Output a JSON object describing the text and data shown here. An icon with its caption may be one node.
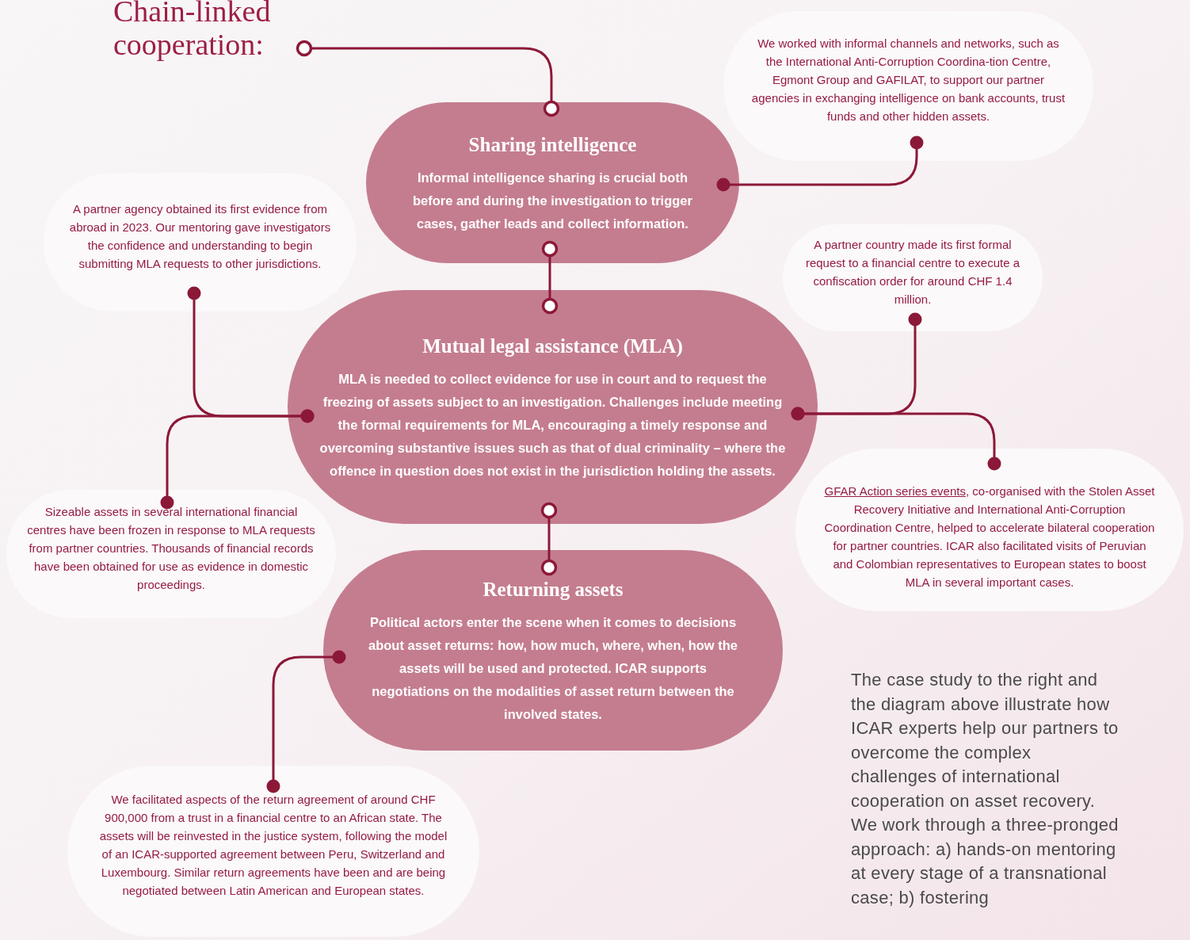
{
  "diagram": {
    "nodes": [
      {
        "text": [
          "Chain-linked cooperation:"
        ]
      },
      {
        "text": [
          "Sharing intelligence",
          "Informal intelligence sharing is crucial both before and during the investigation to trigger cases, gather leads and collect information."
        ]
      },
      {
        "text": [
          "We worked with informal channels and networks, such as the International Anti-Corruption Coordina-tion Centre, Egmont Group and GAFILAT, to support our partner agencies in exchanging intelligence on bank accounts, trust funds and other hidden assets."
        ]
      },
      {
        "text": [
          "Mutual legal assistance (MLA)",
          "MLA is needed to collect evidence for use in court and to request the freezing of assets subject to an investigation. Challenges include meeting the formal requirements for MLA, encouraging a timely response and overcoming substantive issues such as that of dual criminality – where the offence in question does not exist in the jurisdiction holding the assets."
        ]
      },
      {
        "text": [
          "A partner agency obtained its first evidence from abroad in 2023. Our mentoring gave investigators the confidence and understanding to begin submitting MLA requests to other jurisdictions."
        ]
      },
      {
        "text": [
          "A partner country made its first formal request to a financial centre to execute a confiscation order for around CHF 1.4 million."
        ]
      },
      {
        "text": [
          "Sizeable assets in several international financial centres have been frozen in response to MLA requests from partner countries. Thousands of financial records have been obtained for use as evidence in domestic proceedings."
        ]
      },
      {
        "text": [
          "GFAR Action series events",
          ",  co-organised with the Stolen Asset Recovery Initiative and International Anti-Corruption Coordination Centre, helped to accelerate bilateral cooperation for partner countries. ICAR also facilitated visits of Peruvian and Colombian representatives to European states to boost MLA in several important cases."
        ]
      },
      {
        "text": [
          "Returning assets",
          "Political actors enter the scene when it comes to decisions about asset returns: how, how much, where, when, how the assets will be used and protected. ICAR supports negotiations on the modalities of asset return between the involved states."
        ]
      },
      {
        "text": [
          "We facilitated aspects of the return agreement of around CHF 900,000 from a trust in a financial centre to an African state. The assets will be reinvested in the justice system, following the model of an ICAR-supported agreement between Peru, Switzerland and Luxembourg. Similar return agreements have been and are being negotiated between Latin American and European states."
        ]
      }
    ],
    "edges": [
      {
        "from": 0,
        "to": 1,
        "arrow": "other"
      },
      {
        "from": 1,
        "to": 2,
        "arrow": "other"
      },
      {
        "from": 1,
        "to": 3,
        "arrow": "other"
      },
      {
        "from": 3,
        "to": 4,
        "arrow": "other"
      },
      {
        "from": 3,
        "to": 6,
        "arrow": "other"
      },
      {
        "from": 3,
        "to": 5,
        "arrow": "other"
      },
      {
        "from": 3,
        "to": 7,
        "arrow": "other"
      },
      {
        "from": 3,
        "to": 8,
        "arrow": "other"
      },
      {
        "from": 8,
        "to": 9,
        "arrow": "other"
      }
    ],
    "labels": [
      "The case study to the right and the diagram above illustrate how ICAR experts help our partners to overcome the complex challenges of international cooperation on asset recovery. We work through a three-pronged approach: a) hands-on mentoring at every stage of a transnational case; b) fostering"
    ]
  }
}
